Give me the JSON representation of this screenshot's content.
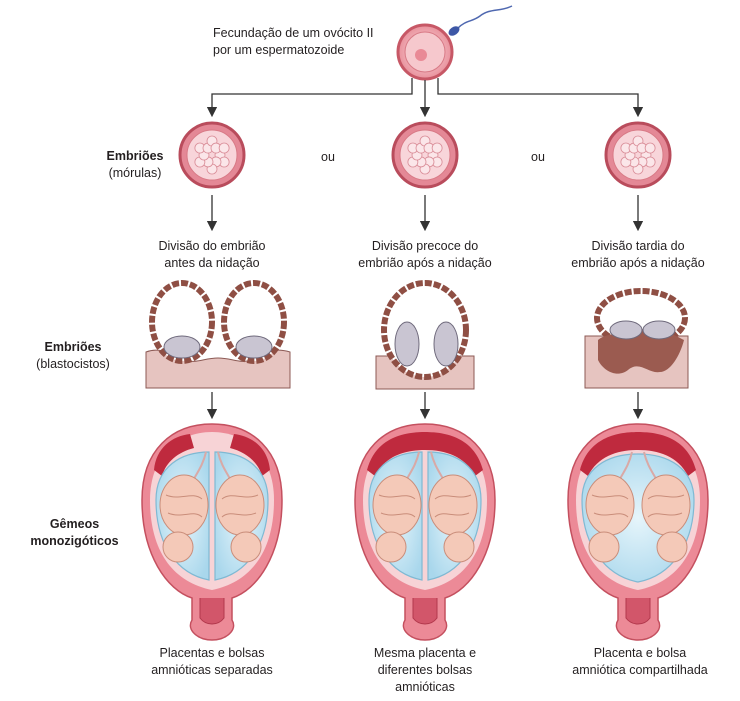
{
  "top_caption": [
    "Fecundação de um ovócito II",
    "por um espermatozoide"
  ],
  "row_labels": {
    "morulas_bold": "Embriões",
    "morulas_sub": "(mórulas)",
    "blasto_bold": "Embriões",
    "blasto_sub": "(blastocistos)",
    "twins_line1": "Gêmeos",
    "twins_line2": "monozigóticos"
  },
  "or_word": "ou",
  "columns": [
    {
      "division": [
        "Divisão do embrião",
        "antes da nidação"
      ],
      "result": [
        "Placentas e bolsas",
        "amnióticas separadas"
      ]
    },
    {
      "division": [
        "Divisão precoce do",
        "embrião após a nidação"
      ],
      "result": [
        "Mesma placenta e",
        "diferentes bolsas",
        "amnióticas"
      ]
    },
    {
      "division": [
        "Divisão tardia do",
        "embrião após a nidação"
      ],
      "result": [
        "Placenta e bolsa",
        "amniótica compartilhada"
      ]
    }
  ],
  "colors": {
    "cell": "#f1b5bd",
    "cell_outline": "#c0505e",
    "trophoblast": "#9a5a4d",
    "inner_mass": "#c9c5d2",
    "endometrium": "#e8c3bf",
    "uterus": "#e7808e",
    "placenta": "#c0283c",
    "amnion": "#bfe1f1",
    "fetus": "#f5cfc0"
  }
}
